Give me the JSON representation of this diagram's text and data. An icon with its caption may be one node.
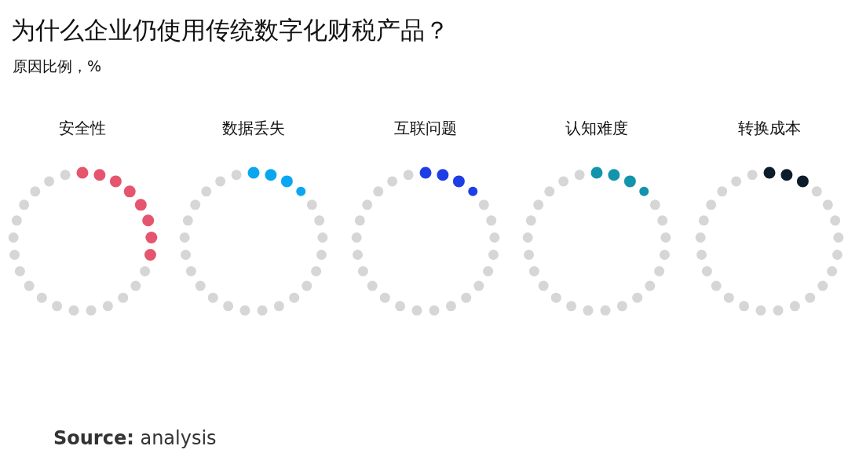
{
  "diagram": {
    "title": "为什么企业仍使用传统数字化财税产品？",
    "caption": "**Source:** analysis",
    "labels": [
      "原因比例，%",
      "安全性",
      "数据丢失",
      "互联问题",
      "认知难度",
      "转换成本"
    ]
  }
}
